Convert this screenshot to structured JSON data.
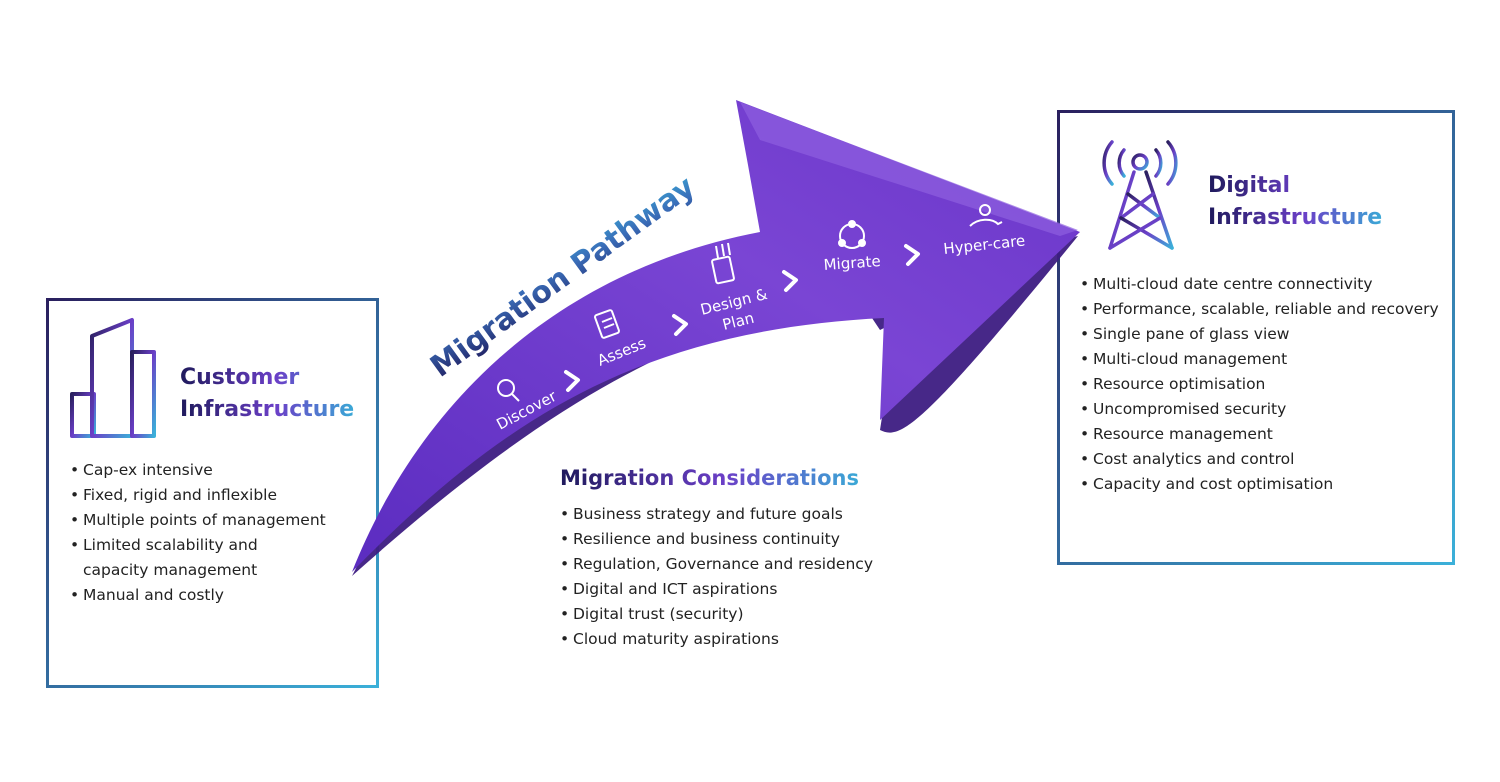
{
  "pathway_title": "Migration Pathway",
  "steps": [
    "Discover",
    "Assess",
    "Design &",
    "Plan",
    "Migrate",
    "Hyper-care"
  ],
  "customer": {
    "title_line1": "Customer",
    "title_line2": "Infrastructure",
    "items": [
      "Cap-ex intensive",
      "Fixed, rigid and inflexible",
      "Multiple points of management",
      "Limited scalability and",
      "capacity management",
      "Manual and costly"
    ]
  },
  "considerations": {
    "title": "Migration Considerations",
    "items": [
      "Business strategy and future goals",
      "Resilience and business continuity",
      "Regulation, Governance and residency",
      "Digital and ICT aspirations",
      "Digital trust (security)",
      "Cloud maturity aspirations"
    ]
  },
  "digital": {
    "title_line1": "Digital",
    "title_line2": "Infrastructure",
    "items": [
      "Multi-cloud date centre connectivity",
      "Performance, scalable, reliable and recovery",
      "Single pane of glass view",
      "Multi-cloud management",
      "Resource optimisation",
      "Uncompromised security",
      "Resource management",
      "Cost analytics and control",
      "Capacity and cost optimisation"
    ]
  },
  "colors": {
    "arrow": "#6a35c9",
    "arrow_dark": "#4c2396",
    "navy": "#1f1a5c",
    "teal": "#3aa9d6"
  }
}
